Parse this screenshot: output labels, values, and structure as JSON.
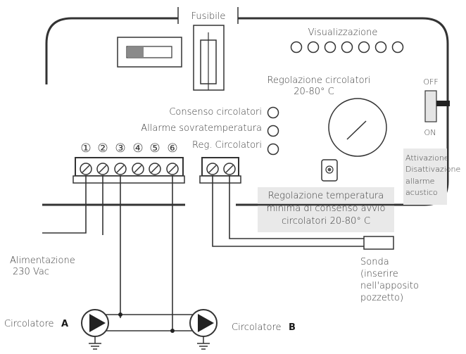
{
  "labels": {
    "fuse": "Fusibile",
    "display": "Visualizzazione",
    "circ_reg_line1": "Regolazione circolatori",
    "circ_reg_line2": "20-80° C",
    "switch_off": "OFF",
    "switch_on": "ON",
    "alarm_line1": "Attivazione",
    "alarm_line2": "Disattivazione",
    "alarm_line3": "allarme",
    "alarm_line4": "acustico",
    "consent": "Consenso circolatori",
    "overtemp": "Allarme sovratemperatura",
    "reg_circ": "Reg. Circolatori",
    "min_temp_line1": "Regolazione temperatura",
    "min_temp_line2": "minima di consenso avvio",
    "min_temp_line3": "circolatori 20-80° C",
    "power_line1": "Alimentazione",
    "power_line2": "230 Vac",
    "probe_line1": "Sonda",
    "probe_line2": "(inserire",
    "probe_line3": "nell'apposito",
    "probe_line4": "pozzetto)",
    "pump_a_text": "Circolatore",
    "pump_a_letter": "A",
    "pump_b_text": "Circolatore",
    "pump_b_letter": "B"
  },
  "terminals": [
    "①",
    "②",
    "③",
    "④",
    "⑤",
    "⑥"
  ]
}
